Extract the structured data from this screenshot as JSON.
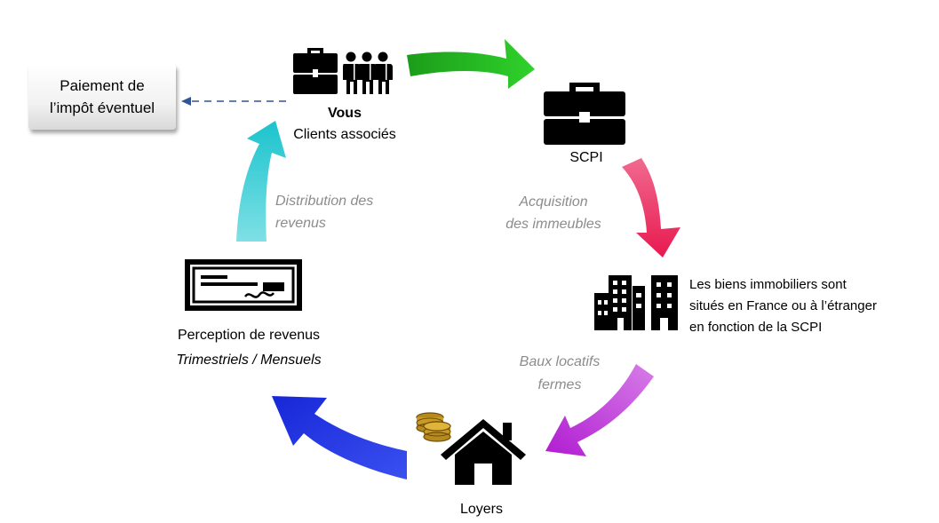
{
  "tax_box": {
    "line1": "Paiement de",
    "line2": "l’impôt éventuel"
  },
  "vous": {
    "title": "Vous",
    "subtitle": "Clients associés"
  },
  "scpi": {
    "label": "SCPI"
  },
  "acquisition": {
    "line1": "Acquisition",
    "line2": "des immeubles"
  },
  "biens": {
    "line1": "Les biens immobiliers sont",
    "line2": "situés en France ou à l’étranger",
    "line3": "en fonction de la SCPI"
  },
  "baux": {
    "line1": "Baux locatifs",
    "line2": "fermes"
  },
  "loyers": {
    "label": "Loyers"
  },
  "perception": {
    "line1": "Perception de revenus",
    "line2": "Trimestriels / Mensuels"
  },
  "distribution": {
    "line1": "Distribution des",
    "line2": "revenus"
  },
  "colors": {
    "green": "#22b21f",
    "pink": "#f0386b",
    "purple": "#c23ad9",
    "blue": "#2635e6",
    "cyan": "#22c8d2",
    "dash": "#2f5597"
  }
}
